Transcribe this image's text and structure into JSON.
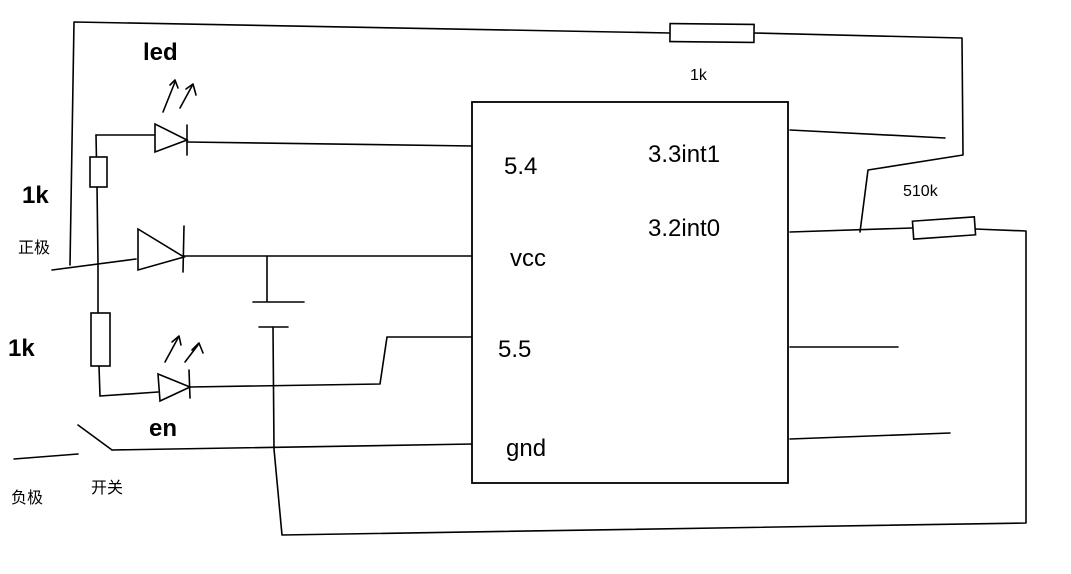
{
  "labels": {
    "led": "led",
    "top_resistor": "1k",
    "left_resistor_top": "1k",
    "left_resistor_bottom": "1k",
    "positive": "正极",
    "negative": "负极",
    "switch": "开关",
    "en": "en",
    "right_resistor": "510k"
  },
  "chip": {
    "left_pins": [
      "5.4",
      "vcc",
      "5.5",
      "gnd"
    ],
    "right_pins": [
      "3.3int1",
      "3.2int0"
    ]
  }
}
